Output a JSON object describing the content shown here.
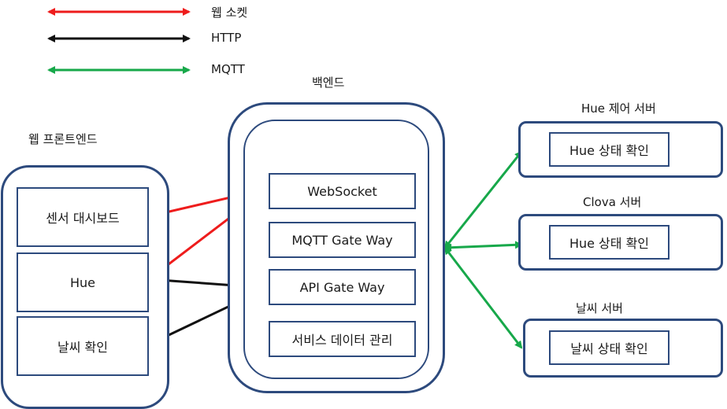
{
  "legend": [
    {
      "label": "웹 소켓",
      "color": "#ee1c1c"
    },
    {
      "label": "HTTP",
      "color": "#111111"
    },
    {
      "label": "MQTT",
      "color": "#17a84a"
    }
  ],
  "frontend": {
    "title": "웹 프론트엔드",
    "items": [
      "센서 대시보드",
      "Hue",
      "날씨 확인"
    ]
  },
  "backend": {
    "title": "백엔드",
    "items": [
      "WebSocket",
      "MQTT Gate Way",
      "API Gate Way",
      "서비스 데이터 관리"
    ]
  },
  "servers": [
    {
      "title": "Hue 제어 서버",
      "item": "Hue 상태 확인"
    },
    {
      "title": "Clova 서버",
      "item": "Hue 상태 확인"
    },
    {
      "title": "날씨 서버",
      "item": "날씨 상태 확인"
    }
  ],
  "colors": {
    "frame": "#2d4a7d",
    "websocket": "#ee1c1c",
    "http": "#111111",
    "mqtt": "#17a84a"
  }
}
